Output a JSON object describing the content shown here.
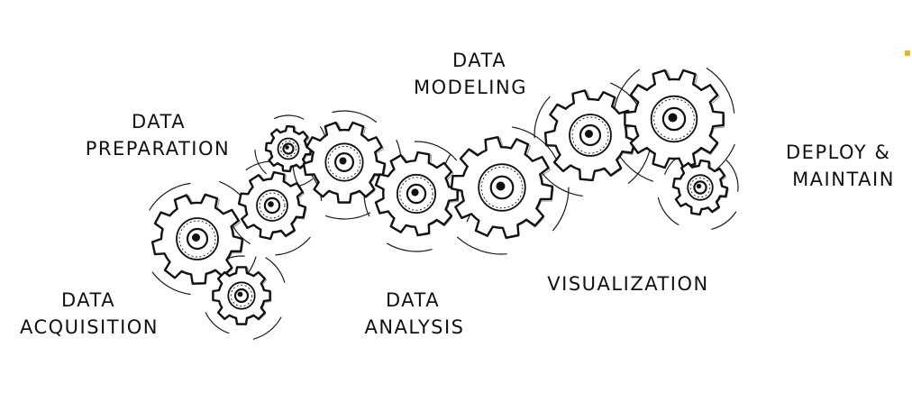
{
  "labels": {
    "acquisition": [
      "DATA",
      "ACQUISITION"
    ],
    "preparation": [
      "DATA",
      "PREPARATION"
    ],
    "modeling": [
      "DATA",
      "MODELING"
    ],
    "analysis": [
      "DATA",
      "ANALYSIS"
    ],
    "visualization": [
      "VISUALIZATION"
    ],
    "deploy": [
      "DEPLOY &",
      "MAINTAIN"
    ]
  },
  "colors": {
    "ink": "#111111",
    "background": "#ffffff",
    "accent": "#f2b21b"
  },
  "icons": [
    "gear-icon",
    "motion-swirl"
  ]
}
